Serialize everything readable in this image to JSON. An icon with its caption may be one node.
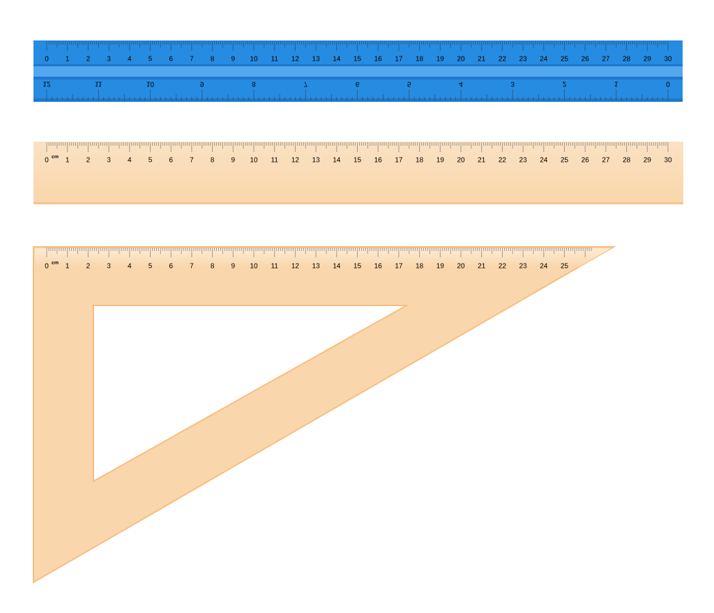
{
  "diagram": {
    "labels": [
      "0",
      "1",
      "2",
      "3",
      "4",
      "5",
      "6",
      "7",
      "8",
      "9",
      "10",
      "11",
      "12",
      "13",
      "14",
      "15",
      "16",
      "17",
      "18",
      "19",
      "20",
      "21",
      "22",
      "23",
      "24",
      "25",
      "26",
      "27",
      "28",
      "29",
      "30",
      "12",
      "11",
      "10",
      "9",
      "8",
      "7",
      "6",
      "5",
      "4",
      "3",
      "2",
      "1",
      "0",
      "0",
      "cm",
      "1",
      "2",
      "3",
      "4",
      "5",
      "6",
      "7",
      "8",
      "9",
      "10",
      "11",
      "12",
      "13",
      "14",
      "15",
      "16",
      "17",
      "18",
      "19",
      "20",
      "21",
      "22",
      "23",
      "24",
      "25",
      "26",
      "27",
      "28",
      "29",
      "30",
      "0",
      "cm",
      "1",
      "2",
      "3",
      "4",
      "5",
      "6",
      "7",
      "8",
      "9",
      "10",
      "11",
      "12",
      "13",
      "14",
      "15",
      "16",
      "17",
      "18",
      "19",
      "20",
      "21",
      "22",
      "23",
      "24",
      "25"
    ]
  }
}
